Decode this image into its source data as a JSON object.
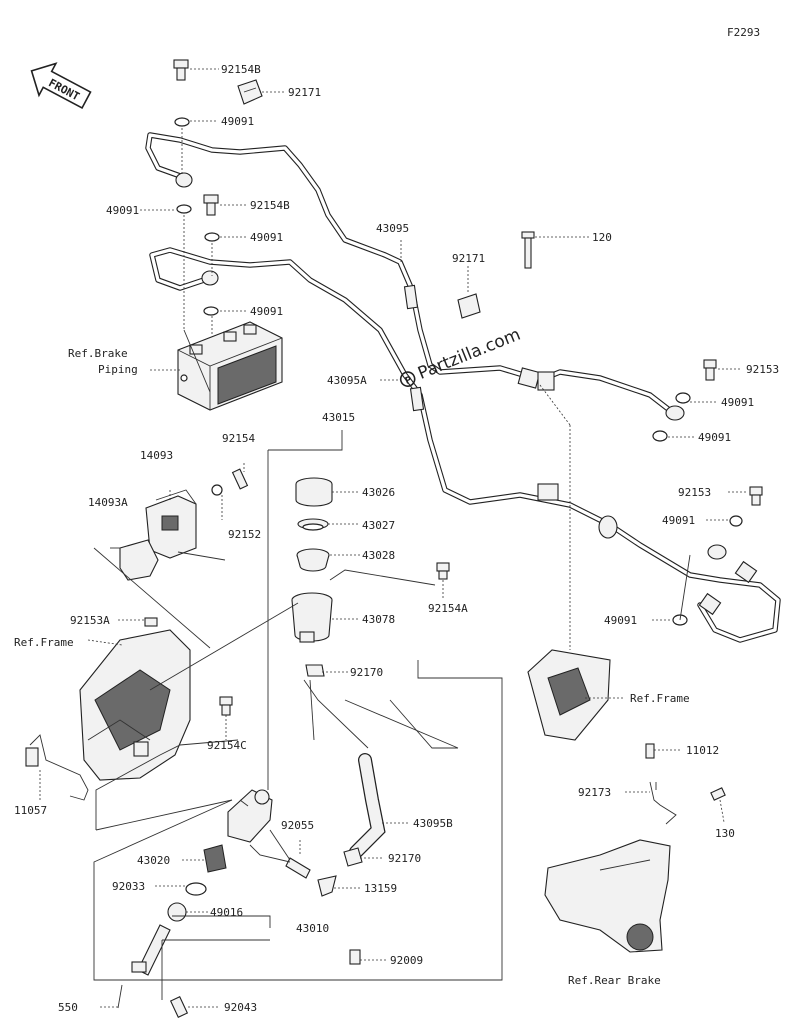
{
  "diagram_id": "F2293",
  "front_label": "FRONT",
  "watermark": "Partzilla.com",
  "callouts": [
    {
      "id": "c-92154B-a",
      "text": "92154B"
    },
    {
      "id": "c-92171-a",
      "text": "92171"
    },
    {
      "id": "c-49091-a",
      "text": "49091"
    },
    {
      "id": "c-49091-b",
      "text": "49091"
    },
    {
      "id": "c-92154B-b",
      "text": "92154B"
    },
    {
      "id": "c-49091-c",
      "text": "49091"
    },
    {
      "id": "c-49091-d",
      "text": "49091"
    },
    {
      "id": "c-43095",
      "text": "43095"
    },
    {
      "id": "c-92171-b",
      "text": "92171"
    },
    {
      "id": "c-120",
      "text": "120"
    },
    {
      "id": "c-refbrake",
      "text": "Ref.Brake"
    },
    {
      "id": "c-piping",
      "text": "Piping"
    },
    {
      "id": "c-43095A",
      "text": "43095A"
    },
    {
      "id": "c-92153-a",
      "text": "92153"
    },
    {
      "id": "c-49091-e",
      "text": "49091"
    },
    {
      "id": "c-49091-f",
      "text": "49091"
    },
    {
      "id": "c-43015",
      "text": "43015"
    },
    {
      "id": "c-92154",
      "text": "92154"
    },
    {
      "id": "c-14093",
      "text": "14093"
    },
    {
      "id": "c-43026",
      "text": "43026"
    },
    {
      "id": "c-14093A",
      "text": "14093A"
    },
    {
      "id": "c-92152",
      "text": "92152"
    },
    {
      "id": "c-43027",
      "text": "43027"
    },
    {
      "id": "c-92153-b",
      "text": "92153"
    },
    {
      "id": "c-49091-g",
      "text": "49091"
    },
    {
      "id": "c-43028",
      "text": "43028"
    },
    {
      "id": "c-92154A",
      "text": "92154A"
    },
    {
      "id": "c-92153A",
      "text": "92153A"
    },
    {
      "id": "c-43078",
      "text": "43078"
    },
    {
      "id": "c-49091-h",
      "text": "49091"
    },
    {
      "id": "c-refframe-a",
      "text": "Ref.Frame"
    },
    {
      "id": "c-92170-a",
      "text": "92170"
    },
    {
      "id": "c-refframe-b",
      "text": "Ref.Frame"
    },
    {
      "id": "c-92154C",
      "text": "92154C"
    },
    {
      "id": "c-11012",
      "text": "11012"
    },
    {
      "id": "c-92173",
      "text": "92173"
    },
    {
      "id": "c-11057",
      "text": "11057"
    },
    {
      "id": "c-92055",
      "text": "92055"
    },
    {
      "id": "c-43095B",
      "text": "43095B"
    },
    {
      "id": "c-130",
      "text": "130"
    },
    {
      "id": "c-43020",
      "text": "43020"
    },
    {
      "id": "c-92170-b",
      "text": "92170"
    },
    {
      "id": "c-92033",
      "text": "92033"
    },
    {
      "id": "c-13159",
      "text": "13159"
    },
    {
      "id": "c-49016",
      "text": "49016"
    },
    {
      "id": "c-43010",
      "text": "43010"
    },
    {
      "id": "c-92009",
      "text": "92009"
    },
    {
      "id": "c-refrear",
      "text": "Ref.Rear Brake"
    },
    {
      "id": "c-550",
      "text": "550"
    },
    {
      "id": "c-92043",
      "text": "92043"
    }
  ]
}
